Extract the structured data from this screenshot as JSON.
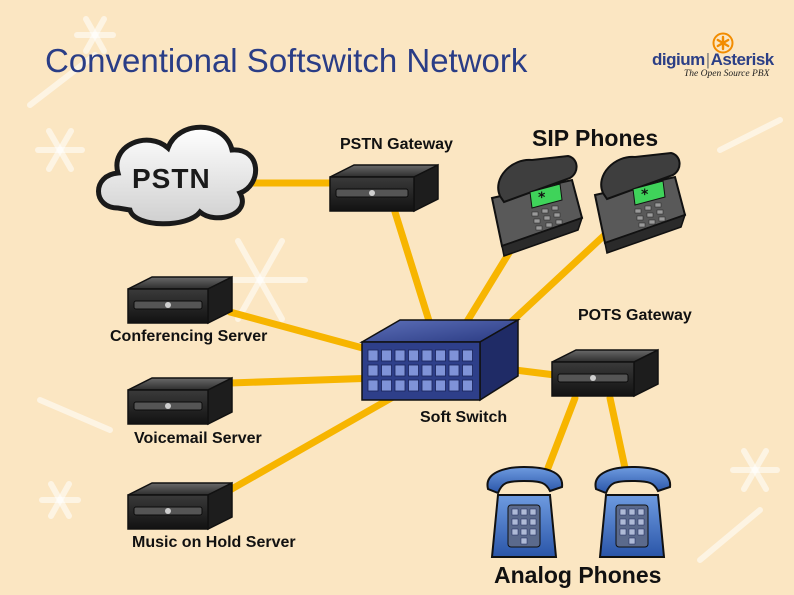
{
  "title": "Conventional Softswitch Network",
  "logo": {
    "brand_left": "digium",
    "separator": "|",
    "brand_right": "Asterisk",
    "tagline": "The Open Source PBX"
  },
  "nodes": {
    "pstn": "PSTN",
    "pstn_gateway": "PSTN Gateway",
    "sip_phones": "SIP Phones",
    "conferencing_server": "Conferencing Server",
    "pots_gateway": "POTS Gateway",
    "soft_switch": "Soft Switch",
    "voicemail_server": "Voicemail Server",
    "music_on_hold_server": "Music on Hold Server",
    "analog_phones": "Analog Phones"
  },
  "colors": {
    "background": "#fbe6c2",
    "title": "#2a3d86",
    "link": "#f7b500",
    "server": "#2b2b2b",
    "switch": "#2e3f8a",
    "phone_blue": "#3d6ec4",
    "sip_phone": "#4a4a4a"
  }
}
